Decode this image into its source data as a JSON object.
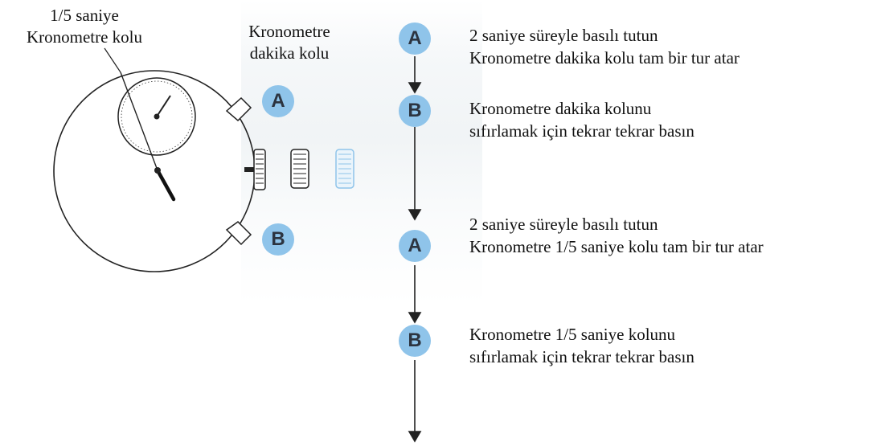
{
  "labels": {
    "second_hand": [
      "1/5 saniye",
      "Kronometre kolu"
    ],
    "minute_hand": [
      "Kronometre",
      "dakika kolu"
    ]
  },
  "buttons": {
    "a": "A",
    "b": "B"
  },
  "steps": [
    {
      "button": "A",
      "lines": [
        "2 saniye süreyle basılı tutun",
        "Kronometre dakika kolu tam bir tur atar"
      ]
    },
    {
      "button": "B",
      "lines": [
        "Kronometre dakika kolunu",
        "sıfırlamak için tekrar tekrar basın"
      ]
    },
    {
      "button": "A",
      "lines": [
        "2 saniye süreyle basılı tutun",
        "Kronometre 1/5 saniye kolu tam bir tur atar"
      ]
    },
    {
      "button": "B",
      "lines": [
        "Kronometre 1/5 saniye kolunu",
        "sıfırlamak için tekrar tekrar basın"
      ]
    }
  ],
  "colors": {
    "badge": "#8fc4ea",
    "badge_text": "#2c3440",
    "line": "#222222",
    "crown_highlight": "#8fc4ea"
  }
}
